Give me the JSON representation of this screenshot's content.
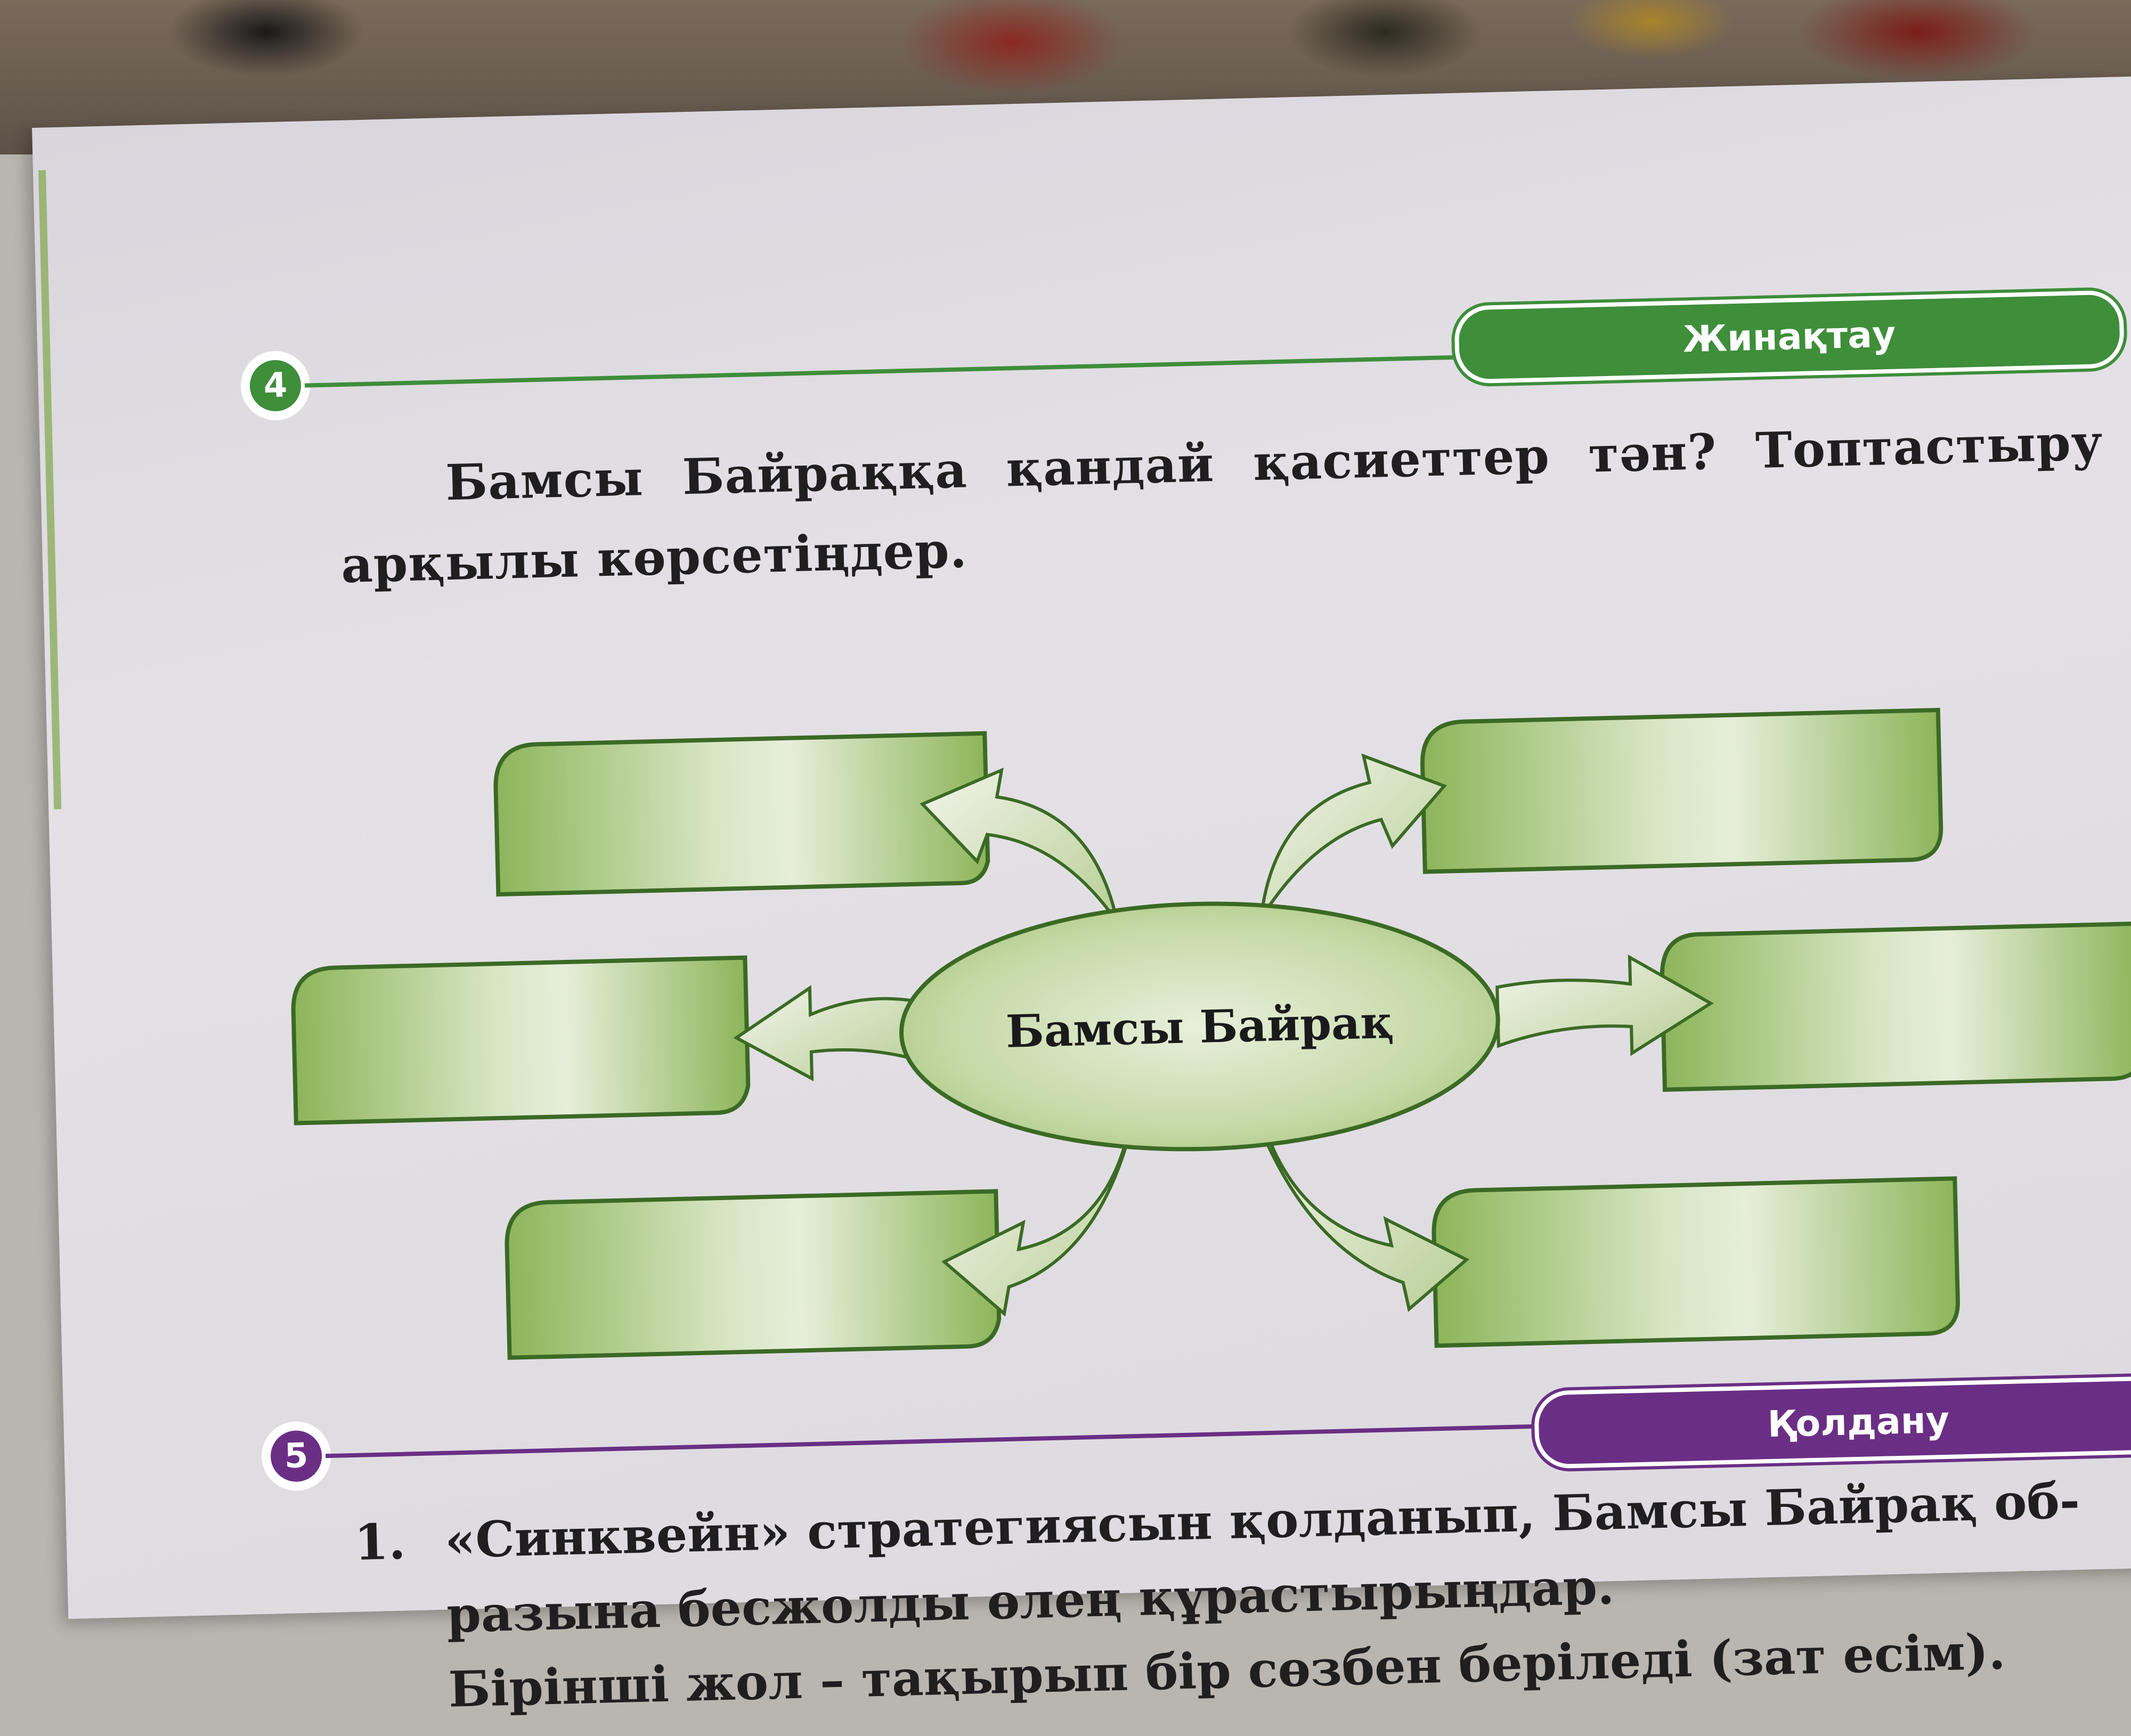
{
  "section4": {
    "number": "4",
    "badge": "Жинақтау",
    "task_line1": "Бамсы Байраққа қандай қасиеттер тән? Топтастыру",
    "task_line2": "арқылы көрсетіңдер."
  },
  "diagram": {
    "center": "Бамсы Байрақ",
    "boxes": [
      "",
      "",
      "",
      "",
      "",
      ""
    ]
  },
  "section5": {
    "number": "5",
    "badge": "Қолдану",
    "item_number": "1.",
    "line1": "«Синквейн» стратегиясын қолданып, Бамсы Байрақ об-",
    "line2": "разына бесжолды өлең құрастырыңдар.",
    "line3": "Бірінші жол – тақырып бір сөзбен беріледі (зат есім)."
  },
  "colors": {
    "green": "#3e8e3a",
    "purple": "#6a2f85",
    "box_green": "#9cc36a"
  }
}
